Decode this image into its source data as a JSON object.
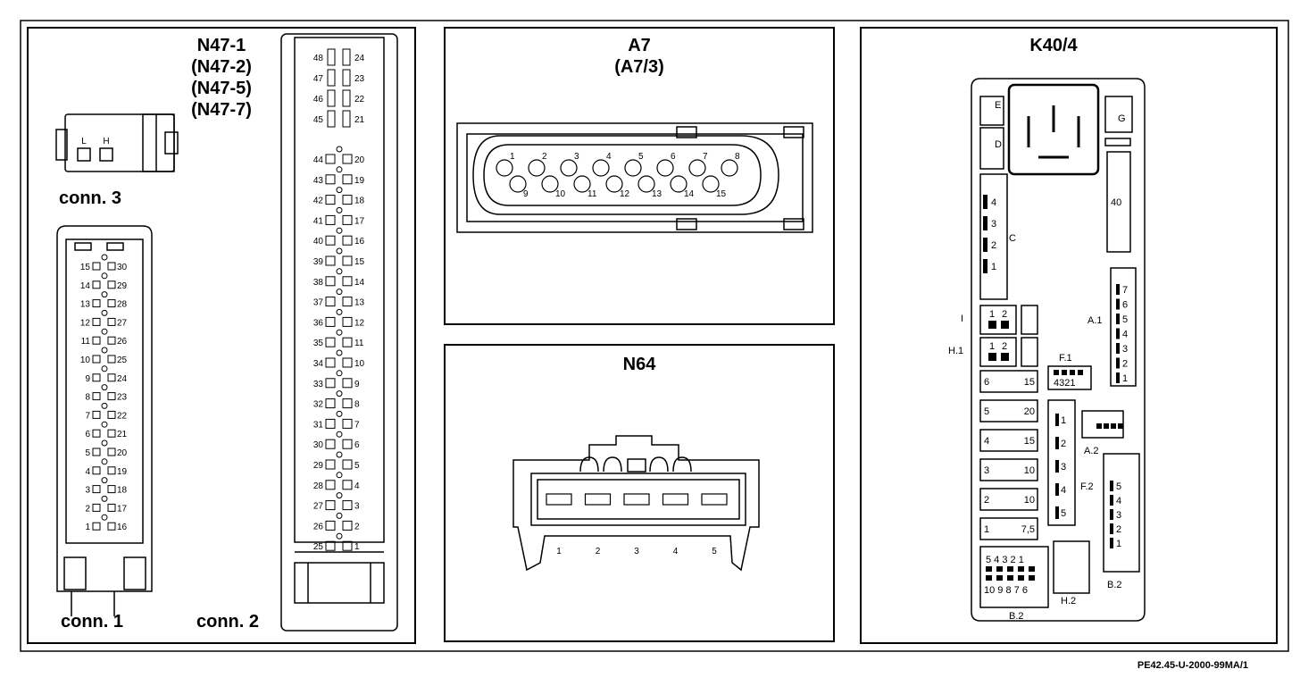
{
  "footer_code": "PE42.45-U-2000-99MA/1",
  "n47": {
    "titles": [
      "N47-1",
      "(N47-2)",
      "(N47-5)",
      "(N47-7)"
    ],
    "conn3": {
      "label": "conn. 3",
      "pins": [
        "L",
        "H"
      ]
    },
    "conn1": {
      "label": "conn. 1",
      "left": [
        "15",
        "14",
        "13",
        "12",
        "11",
        "10",
        "9",
        "8",
        "7",
        "6",
        "5",
        "4",
        "3",
        "2",
        "1"
      ],
      "right": [
        "30",
        "29",
        "28",
        "27",
        "26",
        "25",
        "24",
        "23",
        "22",
        "21",
        "20",
        "19",
        "18",
        "17",
        "16"
      ]
    },
    "conn2": {
      "label": "conn. 2",
      "left": [
        "48",
        "47",
        "46",
        "45",
        "44",
        "43",
        "42",
        "41",
        "40",
        "39",
        "38",
        "37",
        "36",
        "35",
        "34",
        "33",
        "32",
        "31",
        "30",
        "29",
        "28",
        "27",
        "26",
        "25"
      ],
      "right": [
        "24",
        "23",
        "22",
        "21",
        "20",
        "19",
        "18",
        "17",
        "16",
        "15",
        "14",
        "13",
        "12",
        "11",
        "10",
        "9",
        "8",
        "7",
        "6",
        "5",
        "4",
        "3",
        "2",
        "1"
      ]
    }
  },
  "a7": {
    "titles": [
      "A7",
      "(A7/3)"
    ],
    "top_pins": [
      "1",
      "2",
      "3",
      "4",
      "5",
      "6",
      "7",
      "8"
    ],
    "bottom_pins": [
      "9",
      "10",
      "11",
      "12",
      "13",
      "14",
      "15"
    ]
  },
  "n64": {
    "title": "N64",
    "pins": [
      "1",
      "2",
      "3",
      "4",
      "5"
    ]
  },
  "k40": {
    "title": "K40/4",
    "relay_labels": [
      "E",
      "D",
      "G",
      "C",
      "I",
      "H.1",
      "A.1",
      "F.1",
      "A.2",
      "F.2",
      "B.2",
      "H.2",
      "B.2"
    ],
    "slot_40": "40",
    "c_pins": [
      "4",
      "3",
      "2",
      "1"
    ],
    "i_pins": [
      "1",
      "2"
    ],
    "h1_pins": [
      "1",
      "2"
    ],
    "a1_pins": [
      "7",
      "6",
      "5",
      "4",
      "3",
      "2",
      "1"
    ],
    "f1_pins": "4321",
    "fuses": [
      {
        "num": "6",
        "amp": "15"
      },
      {
        "num": "5",
        "amp": "20"
      },
      {
        "num": "4",
        "amp": "15"
      },
      {
        "num": "3",
        "amp": "10"
      },
      {
        "num": "2",
        "amp": "10"
      },
      {
        "num": "1",
        "amp": "7,5"
      }
    ],
    "f2_pins": [
      "1",
      "2",
      "3",
      "4",
      "5"
    ],
    "b2r_pins": [
      "5",
      "4",
      "3",
      "2",
      "1"
    ],
    "b2_top": "5 4 3 2 1",
    "b2_bottom": "10 9 8 7 6"
  }
}
